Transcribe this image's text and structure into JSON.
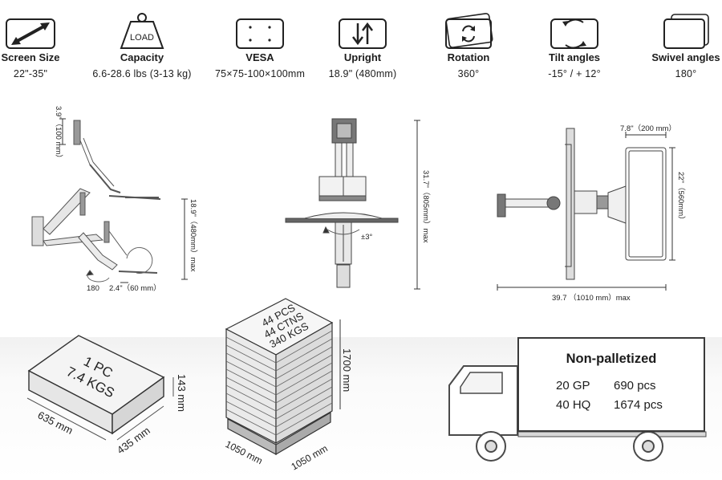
{
  "specs": [
    {
      "icon": "diagonal-arrow-icon",
      "label": "Screen Size",
      "value": "22\"-35\""
    },
    {
      "icon": "load-weight-icon",
      "label": "Capacity",
      "value": "6.6-28.6  lbs  (3-13  kg)",
      "icon_text": "LOAD"
    },
    {
      "icon": "vesa-plate-icon",
      "label": "VESA",
      "value": "75×75-100×100mm"
    },
    {
      "icon": "updown-arrows-icon",
      "label": "Upright",
      "value": "18.9\"  (480mm)"
    },
    {
      "icon": "rotation-icon",
      "label": "Rotation",
      "value": "360°"
    },
    {
      "icon": "tilt-icon",
      "label": "Tilt angles",
      "value": "-15°  /  + 12°"
    },
    {
      "icon": "swivel-icon",
      "label": "Swivel angles",
      "value": "180°"
    }
  ],
  "side_view": {
    "top_dim": "3.9\"（100 mm）",
    "height_dim": "18.9\"（480mm）max",
    "swivel": "180",
    "base_dim": "2.4\"（60 mm）"
  },
  "front_view": {
    "height_dim": "31.7\"（805mm）max",
    "tilt": "±3°"
  },
  "top_view": {
    "width_dim": "7.8\"（200 mm）",
    "height_dim": "22\"（560mm）",
    "length_dim": "39.7 （1010 mm）max"
  },
  "single_box": {
    "line1": "1 PC",
    "line2": "7.4 KGS",
    "length": "635 mm",
    "width": "435 mm",
    "height": "143 mm"
  },
  "pallet": {
    "line1": "44 PCS",
    "line2": "44 CTNS",
    "line3": "340 KGS",
    "height": "1700 mm",
    "length": "1050 mm",
    "width": "1050 mm"
  },
  "shipping": {
    "title": "Non-palletized",
    "rows": [
      {
        "container": "20 GP",
        "qty": "690 pcs"
      },
      {
        "container": "40 HQ",
        "qty": "1674 pcs"
      }
    ]
  }
}
